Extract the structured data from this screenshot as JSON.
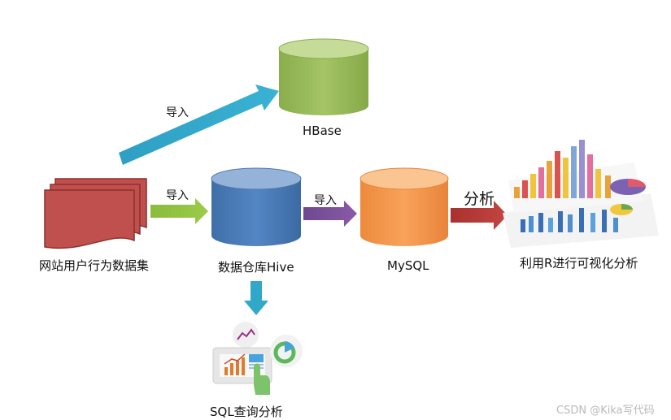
{
  "nodes": {
    "dataset": "网站用户行为数据集",
    "hbase": "HBase",
    "hive": "数据仓库Hive",
    "mysql": "MySQL",
    "r_viz": "利用R进行可视化分析",
    "sql_query": "SQL查询分析"
  },
  "edges": {
    "to_hbase": "导入",
    "to_hive": "导入",
    "to_mysql": "导入",
    "to_r": "分析"
  },
  "watermark": "CSDN @Kika写代码",
  "colors": {
    "dataset": "#c0504d",
    "hbase": "#9bbb59",
    "hive": "#4f81bd",
    "mysql": "#f79646",
    "arrow_blue": "#31a8c8",
    "arrow_green": "#8dbb45",
    "arrow_purple": "#7b4f9d",
    "arrow_red": "#b83a36"
  }
}
